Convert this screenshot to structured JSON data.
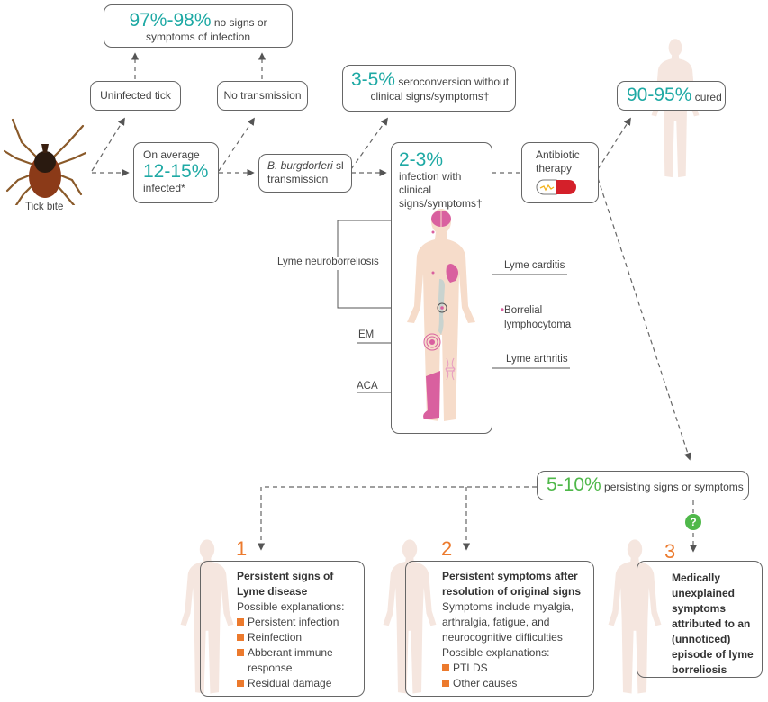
{
  "colors": {
    "teal": "#1ea9a4",
    "green": "#4fb84a",
    "orange": "#ec7a2d",
    "pink": "#d9609f",
    "skin": "#f6dcca"
  },
  "top_box": {
    "pct": "97%-98%",
    "text": "no signs or symptoms of infection"
  },
  "uninfected": "Uninfected tick",
  "no_transmission": "No transmission",
  "tick": {
    "label": "Tick bite",
    "icon": "tick-image"
  },
  "infected_box": {
    "pre": "On average",
    "pct": "12-15%",
    "post": "infected*"
  },
  "transmission_box": {
    "italic": "B. burgdorferi",
    "rest": " sl transmission"
  },
  "sero_box": {
    "pct": "3-5%",
    "text": "seroconversion without clinical signs/symptoms†"
  },
  "clinical_box": {
    "pct": "2-3%",
    "text": "infection with clinical signs/symptoms†"
  },
  "antibiotic_box": {
    "text": "Antibiotic therapy",
    "icon": "capsule-icon"
  },
  "cured_box": {
    "pct": "90-95%",
    "text": "cured"
  },
  "body_labels": {
    "neuro": "Lyme neuroborreliosis",
    "carditis": "Lyme carditis",
    "lymphocytoma": "Borrelial lymphocytoma",
    "em": "EM",
    "arthritis": "Lyme arthritis",
    "aca": "ACA"
  },
  "persist_box": {
    "pct": "5-10%",
    "text": "persisting signs or symptoms"
  },
  "question_icon": "?",
  "outcomes": [
    {
      "num": "1",
      "title": "Persistent signs of Lyme disease",
      "sub": "Possible explanations:",
      "items": [
        "Persistent infection",
        "Reinfection",
        "Abberant immune response",
        "Residual damage"
      ]
    },
    {
      "num": "2",
      "title": "Persistent symptoms after resolution of original signs",
      "desc": "Symptoms include myalgia, arthralgia, fatigue, and neurocognitive difficulties",
      "sub": "Possible explanations:",
      "items": [
        "PTLDS",
        "Other causes"
      ]
    },
    {
      "num": "3",
      "title": "Medically unexplained symptoms attributed to an (unnoticed) episode of lyme borreliosis"
    }
  ]
}
